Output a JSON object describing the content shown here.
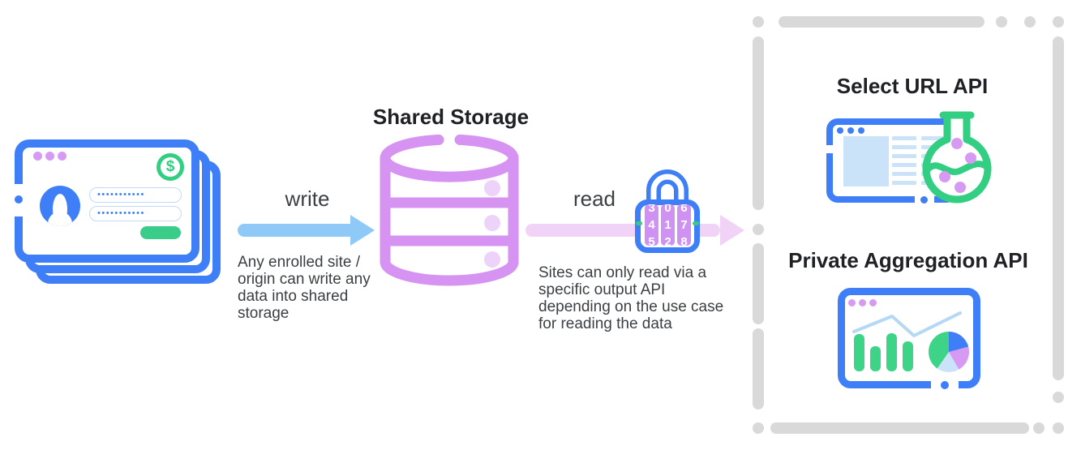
{
  "titles": {
    "shared_storage": "Shared Storage",
    "select_url_api": "Select URL API",
    "private_aggregation_api": "Private Aggregation API"
  },
  "flows": {
    "write": {
      "label": "write",
      "caption": "Any enrolled site /\norigin can write any\ndata into shared\nstorage"
    },
    "read": {
      "label": "read",
      "caption": "Sites can only read via a\nspecific output API\ndepending on the use case\nfor reading the data"
    }
  },
  "login_window": {
    "password_value": "•••••••••••",
    "currency_symbol": "$"
  },
  "lock": {
    "dials": [
      {
        "prev": "3",
        "current": "4",
        "next": "5"
      },
      {
        "prev": "0",
        "current": "1",
        "next": "2"
      },
      {
        "prev": "6",
        "current": "7",
        "next": "8"
      }
    ]
  },
  "colors": {
    "blue": "#3e7ef7",
    "arrow-blue": "#8fc9f7",
    "pale-blue": "#cbe3f8",
    "line-blue": "#b5d8f5",
    "purple": "#d693f2",
    "pale-purple": "#edd3fa",
    "orchid": "#d79af2",
    "pink": "#f1d3f8",
    "green": "#32ce82",
    "gray": "#d9d9d9",
    "text-dark": "#202124",
    "text-body": "#3c4043",
    "field-border": "#c2daf8"
  }
}
